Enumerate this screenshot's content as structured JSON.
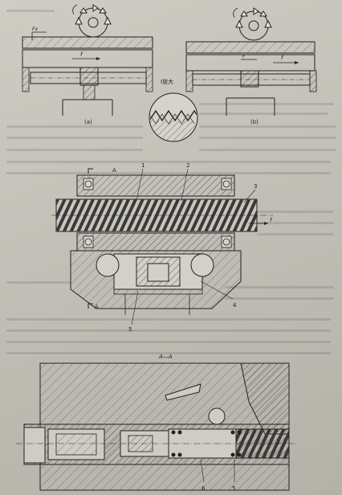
{
  "figure": {
    "captions": {
      "a": "(a)",
      "b": "(b)",
      "detail": "I放大"
    },
    "part_labels": [
      "1",
      "2",
      "3",
      "4",
      "5",
      "6",
      "5"
    ],
    "section_marks": {
      "top": "A",
      "bottom": "A",
      "section": "A—A"
    },
    "force_labels": {
      "feed": "f",
      "feed_b": "f",
      "feed_mid": "f",
      "fx": "Fx",
      "fr": "F"
    }
  }
}
